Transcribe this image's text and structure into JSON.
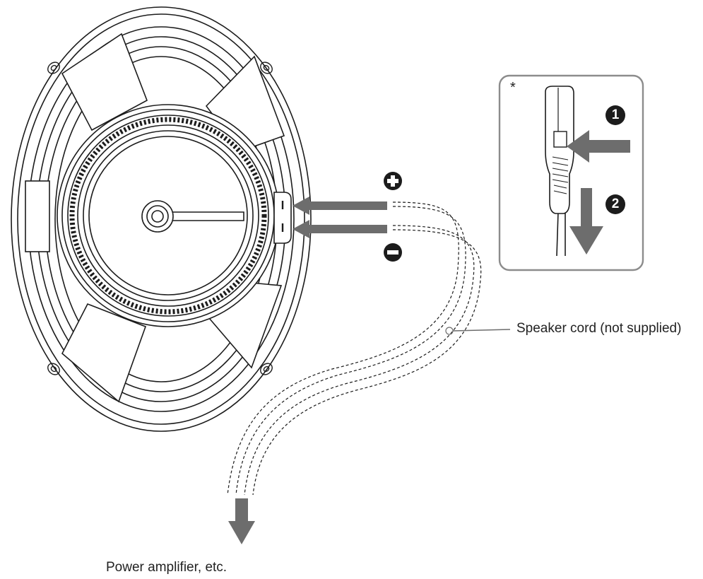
{
  "labels": {
    "speaker_cord": "Speaker cord (not supplied)",
    "power_amplifier": "Power amplifier, etc."
  },
  "inset": {
    "marker": "*",
    "steps": [
      "1",
      "2"
    ]
  },
  "terminals": {
    "positive_symbol": "plus-sign-icon",
    "negative_symbol": "minus-sign-icon"
  },
  "colors": {
    "line_art": "#1c1c1c",
    "arrow_gray": "#6d6d6d",
    "inset_border": "#8c8c8c"
  }
}
